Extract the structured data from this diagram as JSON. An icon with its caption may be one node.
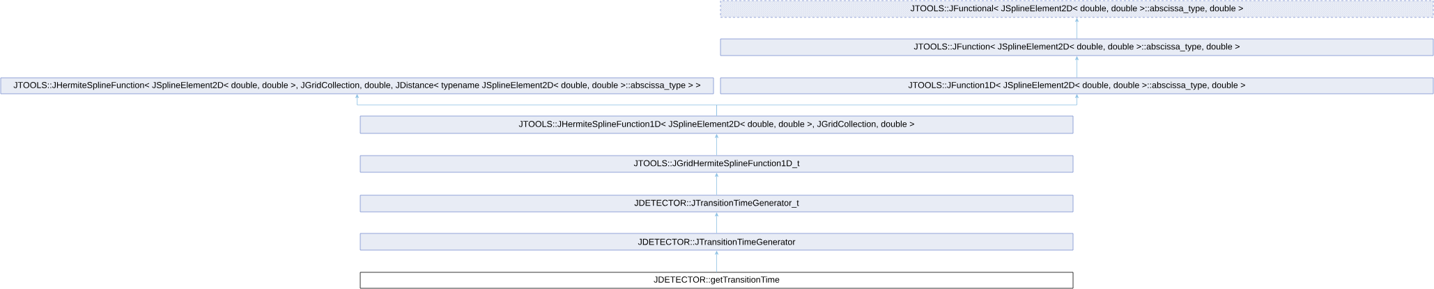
{
  "diagram": {
    "nodes": [
      {
        "text": [
          "JTOOLS::JFunctional< JSplineElement2D< double, double >::abscissa_type, double >"
        ]
      },
      {
        "text": [
          "JTOOLS::JFunction< JSplineElement2D< double, double >::abscissa_type, double >"
        ]
      },
      {
        "text": [
          "JTOOLS::JHermiteSplineFunction< JSplineElement2D< double, double >, JGridCollection, double, JDistance< typename JSplineElement2D< double, double >::abscissa_type > >"
        ]
      },
      {
        "text": [
          "JTOOLS::JFunction1D< JSplineElement2D< double, double >::abscissa_type, double >"
        ]
      },
      {
        "text": [
          "JTOOLS::JHermiteSplineFunction1D< JSplineElement2D< double, double >, JGridCollection, double >"
        ]
      },
      {
        "text": [
          "JTOOLS::JGridHermiteSplineFunction1D_t"
        ]
      },
      {
        "text": [
          "JDETECTOR::JTransitionTimeGenerator_t"
        ]
      },
      {
        "text": [
          "JDETECTOR::JTransitionTimeGenerator"
        ]
      },
      {
        "text": [
          "JDETECTOR::getTransitionTime"
        ]
      }
    ],
    "edges": [
      {
        "from": 1,
        "to": 0,
        "arrow": "to"
      },
      {
        "from": 3,
        "to": 1,
        "arrow": "to"
      },
      {
        "from": 4,
        "to": 2,
        "arrow": "to"
      },
      {
        "from": 4,
        "to": 3,
        "arrow": "to"
      },
      {
        "from": 5,
        "to": 4,
        "arrow": "to"
      },
      {
        "from": 6,
        "to": 5,
        "arrow": "to"
      },
      {
        "from": 7,
        "to": 6,
        "arrow": "to"
      },
      {
        "from": 8,
        "to": 7,
        "arrow": "to"
      }
    ]
  }
}
